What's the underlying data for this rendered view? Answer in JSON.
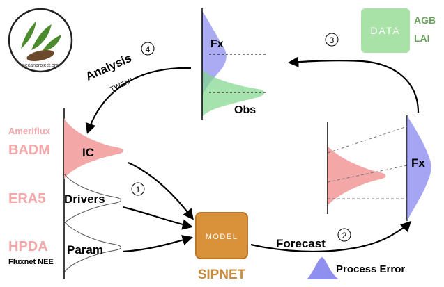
{
  "logo": {
    "text": "pecanproject.org"
  },
  "data_box": {
    "label": "DATA"
  },
  "data_vars": [
    "AGB",
    "LAI"
  ],
  "analysis": {
    "label": "Analysis",
    "step": "4",
    "method": "TWEnF"
  },
  "top_density": {
    "fx_label": "Fx",
    "obs_label": "Obs"
  },
  "step3": "3",
  "left_sources": {
    "ameriflux": "Ameriflux",
    "badm": "BADM",
    "era5": "ERA5",
    "hpda": "HPDA",
    "fluxnet": "Fluxnet NEE"
  },
  "inputs": {
    "ic": "IC",
    "drivers": "Drivers",
    "param": "Param"
  },
  "step1": "1",
  "model": {
    "box_label": "MODEL",
    "name": "SIPNET"
  },
  "forecast": {
    "label": "Forecast",
    "step": "2"
  },
  "right_density": {
    "fx_label": "Fx"
  },
  "process_error": {
    "label": "Process Error"
  },
  "colors": {
    "blue": "#8f8ff0",
    "green": "#7fd68a",
    "pink": "#f3a7a7",
    "orange": "#d9923a",
    "data_green": "#a9e2a7",
    "sipnet_text": "#c98a3a",
    "vars_text": "#6aa35e"
  }
}
